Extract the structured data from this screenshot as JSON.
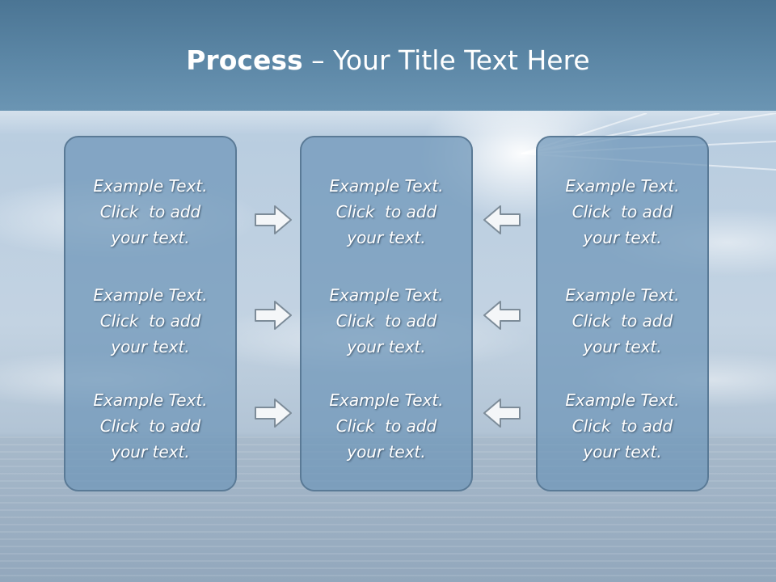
{
  "title": {
    "bold": "Process",
    "rest": " – Your Title Text Here"
  },
  "panels": [
    {
      "items": [
        {
          "line1": "Example Text.",
          "line2": "Click  to add",
          "line3": "your text."
        },
        {
          "line1": "Example Text.",
          "line2": "Click  to add",
          "line3": "your text."
        },
        {
          "line1": "Example Text.",
          "line2": "Click  to add",
          "line3": "your text."
        }
      ]
    },
    {
      "items": [
        {
          "line1": "Example Text.",
          "line2": "Click  to add",
          "line3": "your text."
        },
        {
          "line1": "Example Text.",
          "line2": "Click  to add",
          "line3": "your text."
        },
        {
          "line1": "Example Text.",
          "line2": "Click  to add",
          "line3": "your text."
        }
      ]
    },
    {
      "items": [
        {
          "line1": "Example Text.",
          "line2": "Click  to add",
          "line3": "your text."
        },
        {
          "line1": "Example Text.",
          "line2": "Click  to add",
          "line3": "your text."
        },
        {
          "line1": "Example Text.",
          "line2": "Click  to add",
          "line3": "your text."
        }
      ]
    }
  ],
  "arrows": {
    "left_column": [
      "arrow-right-icon",
      "arrow-right-icon",
      "arrow-right-icon"
    ],
    "right_column": [
      "arrow-left-icon",
      "arrow-left-icon",
      "arrow-left-icon"
    ]
  },
  "colors": {
    "title_band": "#5c87a6",
    "panel_fill": "#6e96b9",
    "panel_border": "#5a7a96",
    "text": "#ffffff"
  }
}
